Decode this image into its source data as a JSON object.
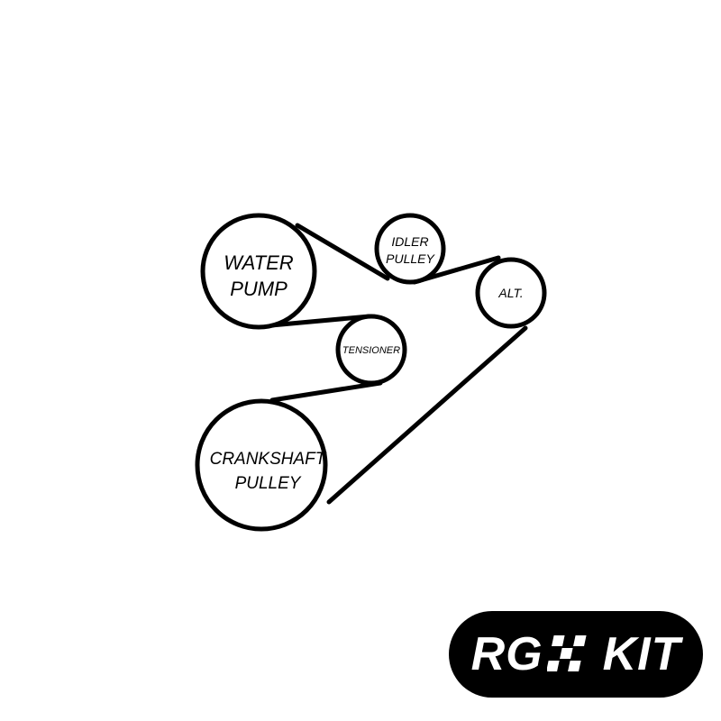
{
  "diagram": {
    "pulleys": {
      "water_pump": [
        "WATER",
        "PUMP"
      ],
      "idler": [
        "IDLER",
        "PULLEY"
      ],
      "alternator": [
        "ALT."
      ],
      "tensioner": [
        "TENSIONER"
      ],
      "crankshaft": [
        "CRANKSHAFT",
        "PULLEY"
      ]
    }
  },
  "logo": {
    "left_text": "RG",
    "right_text": "KIT",
    "icon": "checkered-flag-icon",
    "background_color": "#000000",
    "text_color": "#ffffff"
  }
}
